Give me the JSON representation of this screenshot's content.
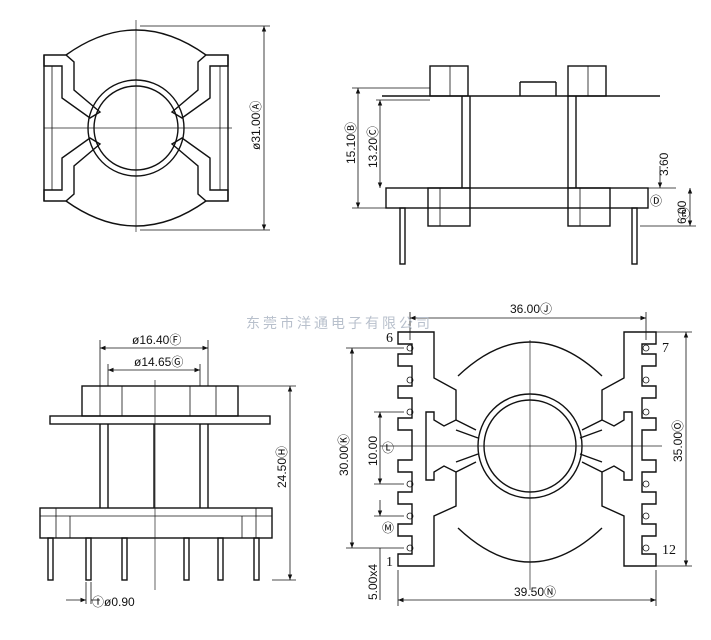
{
  "watermark": "东莞市洋通电子有限公司",
  "dimensions": {
    "top_left_dia": "ø31.00Ⓐ",
    "top_right_h1": "15.10Ⓑ",
    "top_right_h2": "13.20Ⓒ",
    "top_right_h3": "3.60",
    "top_right_h4": "6.00",
    "top_right_D": "Ⓓ",
    "top_right_E": "Ⓔ",
    "bottom_left_d1": "ø16.40Ⓕ",
    "bottom_left_d2": "ø14.65Ⓖ",
    "bottom_left_h": "24.50Ⓗ",
    "bottom_left_pin": "Ⓘø0.90",
    "bottom_right_w1": "36.00Ⓙ",
    "bottom_right_h1": "30.00Ⓚ",
    "bottom_right_h2": "10.00",
    "bottom_right_L": "Ⓛ",
    "bottom_right_h3": "35.00Ⓞ",
    "bottom_right_pitch": "5.00x4",
    "bottom_right_M": "Ⓜ",
    "bottom_right_w2": "39.50Ⓝ"
  },
  "pins": {
    "p1": "1",
    "p6": "6",
    "p7": "7",
    "p12": "12"
  }
}
